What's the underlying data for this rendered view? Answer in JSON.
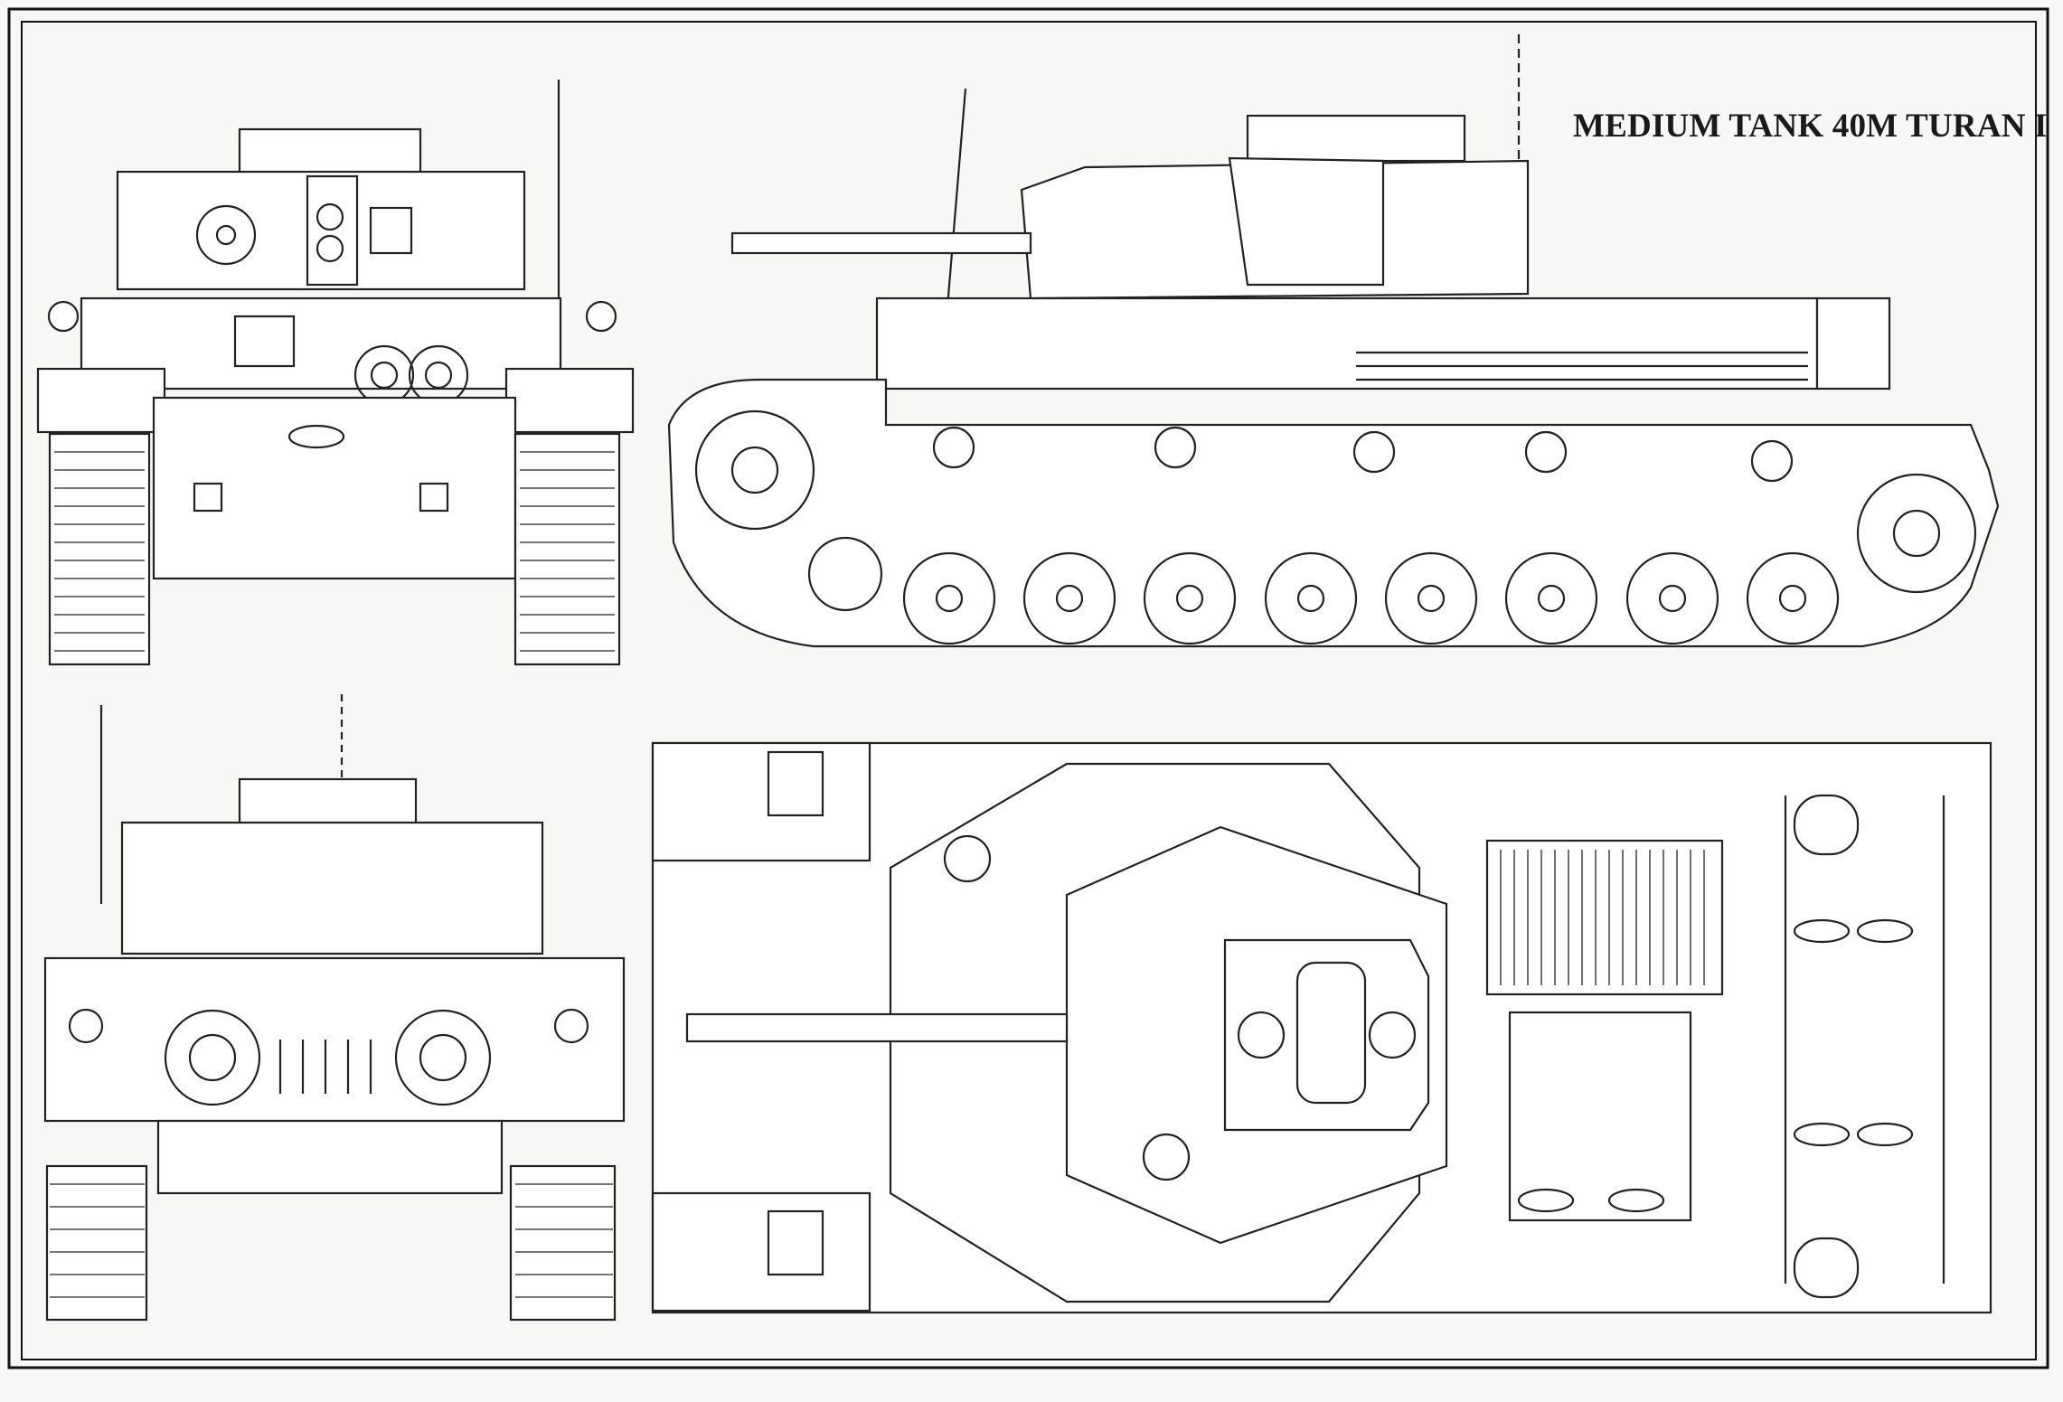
{
  "title": "MEDIUM TANK 40M TURAN I",
  "views": [
    "front-view",
    "side-view",
    "rear-view",
    "top-view"
  ]
}
